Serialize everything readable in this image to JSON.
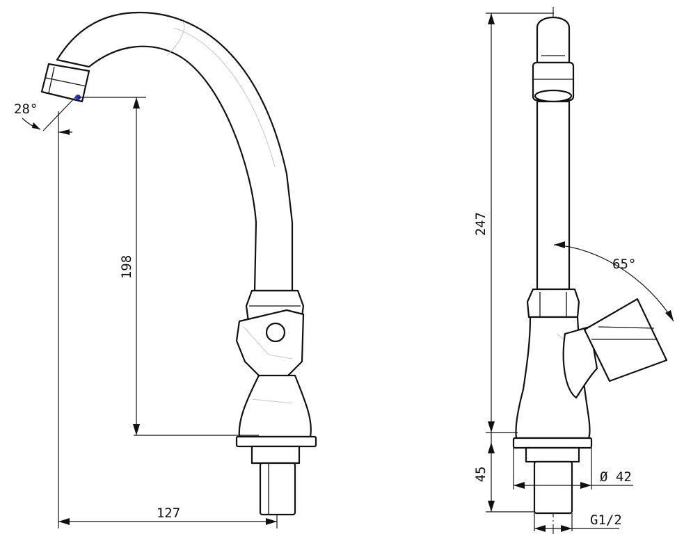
{
  "dimensions": {
    "spout_angle": "28°",
    "spout_height": "198",
    "reach": "127",
    "total_height": "247",
    "handle_angle": "65°",
    "shank_length": "45",
    "base_diameter": "Ø 42",
    "thread": "G1/2"
  },
  "colors": {
    "line": "#111111",
    "marker": "#2233cc"
  }
}
